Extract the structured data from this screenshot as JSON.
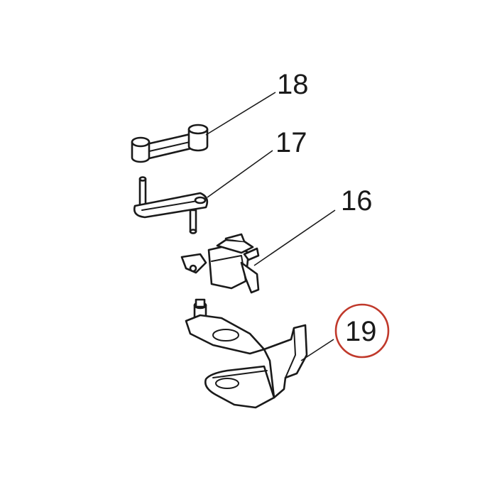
{
  "callouts": [
    {
      "id": "18",
      "label": "18"
    },
    {
      "id": "17",
      "label": "17"
    },
    {
      "id": "16",
      "label": "16"
    },
    {
      "id": "19",
      "label": "19"
    }
  ],
  "highlighted_callout": "19",
  "colors": {
    "highlight_ring": "#c0392b",
    "line": "#1a1a1a",
    "background": "#ffffff"
  }
}
